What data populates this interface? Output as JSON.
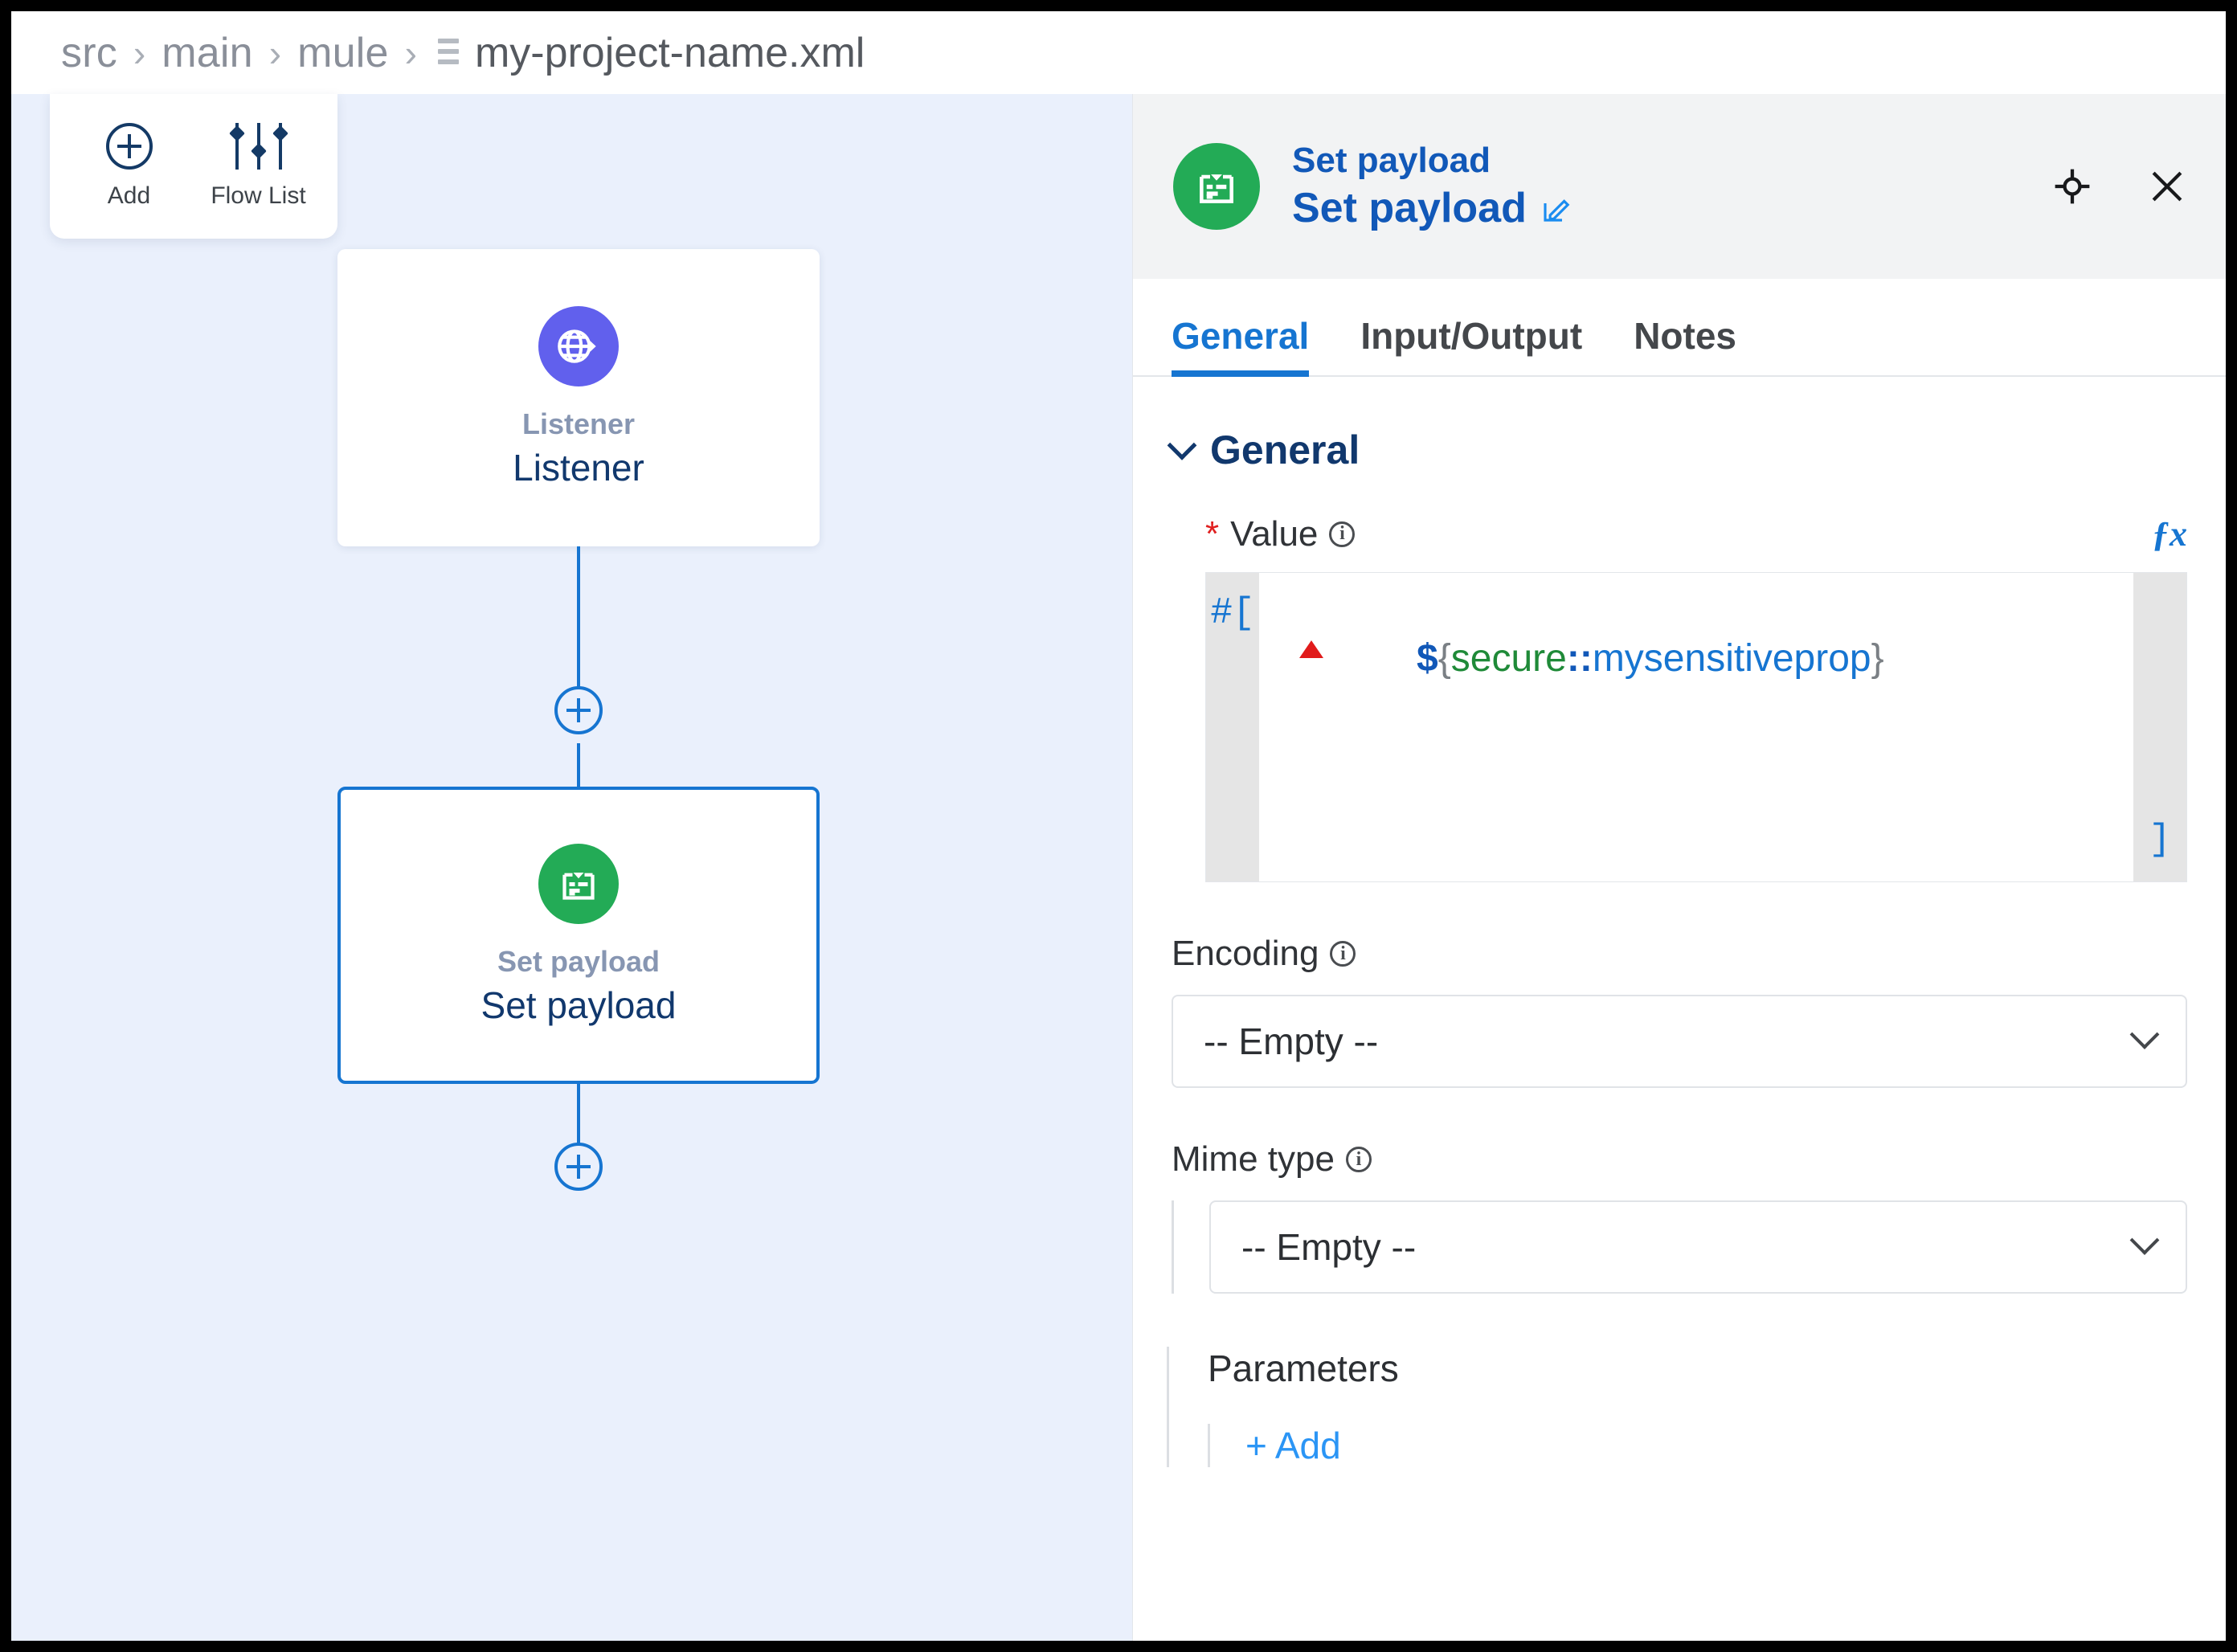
{
  "breadcrumb": {
    "segments": [
      "src",
      "main",
      "mule"
    ],
    "separator": "›",
    "file": "my-project-name.xml",
    "file_icon": "xml-file-icon"
  },
  "toolbar": {
    "add_label": "Add",
    "add_icon": "plus-circle-icon",
    "flow_list_label": "Flow List",
    "flow_list_icon": "sliders-icon"
  },
  "canvas": {
    "background_color": "#eaf0fc",
    "nodes": [
      {
        "icon": "globe-arrow-icon",
        "icon_color": "#6160ed",
        "subtitle": "Listener",
        "title": "Listener",
        "selected": false
      },
      {
        "icon": "set-payload-icon",
        "icon_color": "#23ab56",
        "subtitle": "Set payload",
        "title": "Set payload",
        "selected": true
      }
    ],
    "connector_add_icon": "plus-circle-icon"
  },
  "panel": {
    "header": {
      "icon": "set-payload-icon",
      "icon_color": "#23ab56",
      "subtitle": "Set payload",
      "title": "Set payload",
      "edit_icon": "pencil-edit-icon",
      "focus_icon": "crosshair-focus-icon",
      "close_icon": "close-x-icon",
      "accent_color": "#1158b8"
    },
    "tabs": [
      {
        "label": "General",
        "active": true
      },
      {
        "label": "Input/Output",
        "active": false
      },
      {
        "label": "Notes",
        "active": false
      }
    ],
    "general_section": {
      "title": "General",
      "expanded": true,
      "chevron_icon": "chevron-down-icon"
    },
    "value_field": {
      "required_marker": "*",
      "label": "Value",
      "info_icon": "info-circle-icon",
      "fx_label": "ƒx",
      "open_bracket": "#[",
      "close_bracket": "]",
      "code": {
        "dollar": "$",
        "open_brace": "{",
        "namespace": "secure",
        "colons": "::",
        "property": "mysensitiveprop",
        "close_brace": "}"
      },
      "full_value": "#[ ${secure::mysensitiveprop} ]",
      "error_marker": "syntax-error-marker"
    },
    "encoding_field": {
      "label": "Encoding",
      "info_icon": "info-circle-icon",
      "value": "-- Empty --",
      "caret_icon": "chevron-down-icon"
    },
    "mime_type_field": {
      "label": "Mime type",
      "info_icon": "info-circle-icon",
      "value": "-- Empty --",
      "caret_icon": "chevron-down-icon"
    },
    "parameters": {
      "title": "Parameters",
      "add_label": "Add",
      "add_prefix": "+"
    }
  }
}
